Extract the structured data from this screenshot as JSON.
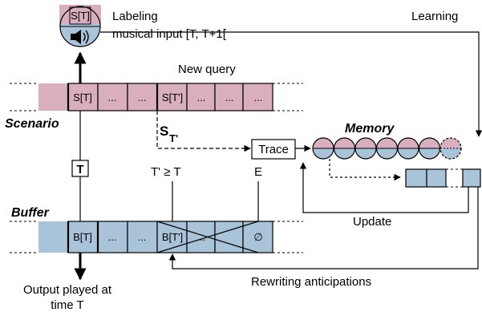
{
  "colors": {
    "pink": "#d9aebf",
    "blue": "#a9c3d9",
    "stroke": "#000000"
  },
  "icons": {
    "speaker": "speaker-icon"
  },
  "top_event": {
    "slot_label": "S[T]",
    "label_line1": "Labeling",
    "label_line2": "musical input [T, T+1["
  },
  "learning_label": "Learning",
  "new_query_label": "New query",
  "scenario": {
    "title": "Scenario",
    "cells": [
      "",
      "S[T]",
      "...",
      "...",
      "S[T']",
      "...",
      "...",
      "..."
    ]
  },
  "buffer": {
    "title": "Buffer",
    "cells": [
      "",
      "B[T]",
      "...",
      "...",
      "B[T']",
      "...",
      "",
      "∅"
    ]
  },
  "labels": {
    "s_main": "S",
    "s_sub": "T'",
    "t_box": "T",
    "t_prime": "T' ≥ T",
    "e": "E",
    "trace": "Trace",
    "memory": "Memory",
    "update": "Update",
    "rewriting": "Rewriting anticipations",
    "output_line1": "Output played at",
    "output_line2": "time T"
  }
}
